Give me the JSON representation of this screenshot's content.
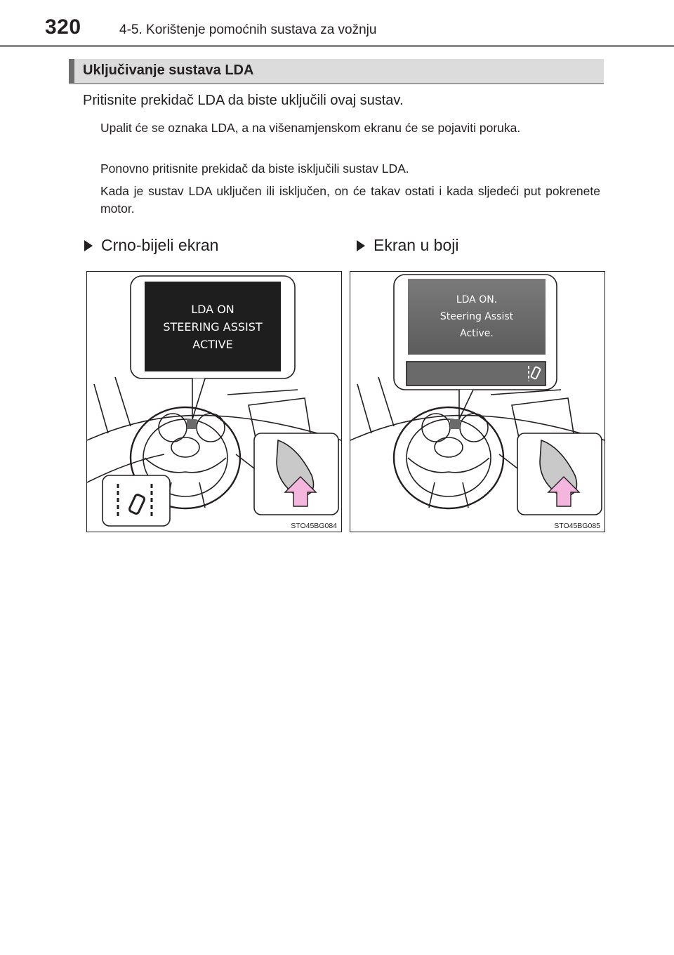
{
  "header": {
    "page_number": "320",
    "chapter": "4-5. Korištenje pomoćnih sustava za vožnju"
  },
  "section": {
    "title": "Uključivanje sustava LDA"
  },
  "body": {
    "lead": "Pritisnite prekidač LDA da biste uključili ovaj sustav.",
    "paragraphs": [
      "Upalit će se oznaka LDA, a na višenamjenskom ekranu će se pojaviti poruka.",
      "Ponovno pritisnite prekidač da biste isključili sustav LDA.",
      "Kada je sustav LDA uključen ili isključen, on će takav ostati i kada sljedeći put pokrenete motor."
    ]
  },
  "figures": [
    {
      "heading": "Crno-bijeli ekran",
      "screen_lines": [
        "LDA ON",
        "STEERING ASSIST",
        "ACTIVE"
      ],
      "code": "STO45BG084"
    },
    {
      "heading": "Ekran u boji",
      "screen_lines": [
        "LDA ON.",
        "Steering Assist",
        "Active."
      ],
      "code": "STO45BG085"
    }
  ],
  "icons": {
    "arrow": "pink-up-arrow-icon",
    "lda_indicator": "lane-departure-icon",
    "bullet": "triangle-bullet-icon"
  },
  "colors": {
    "arrow_fill": "#f4b6dc",
    "section_bar": "#dcdcdc"
  }
}
